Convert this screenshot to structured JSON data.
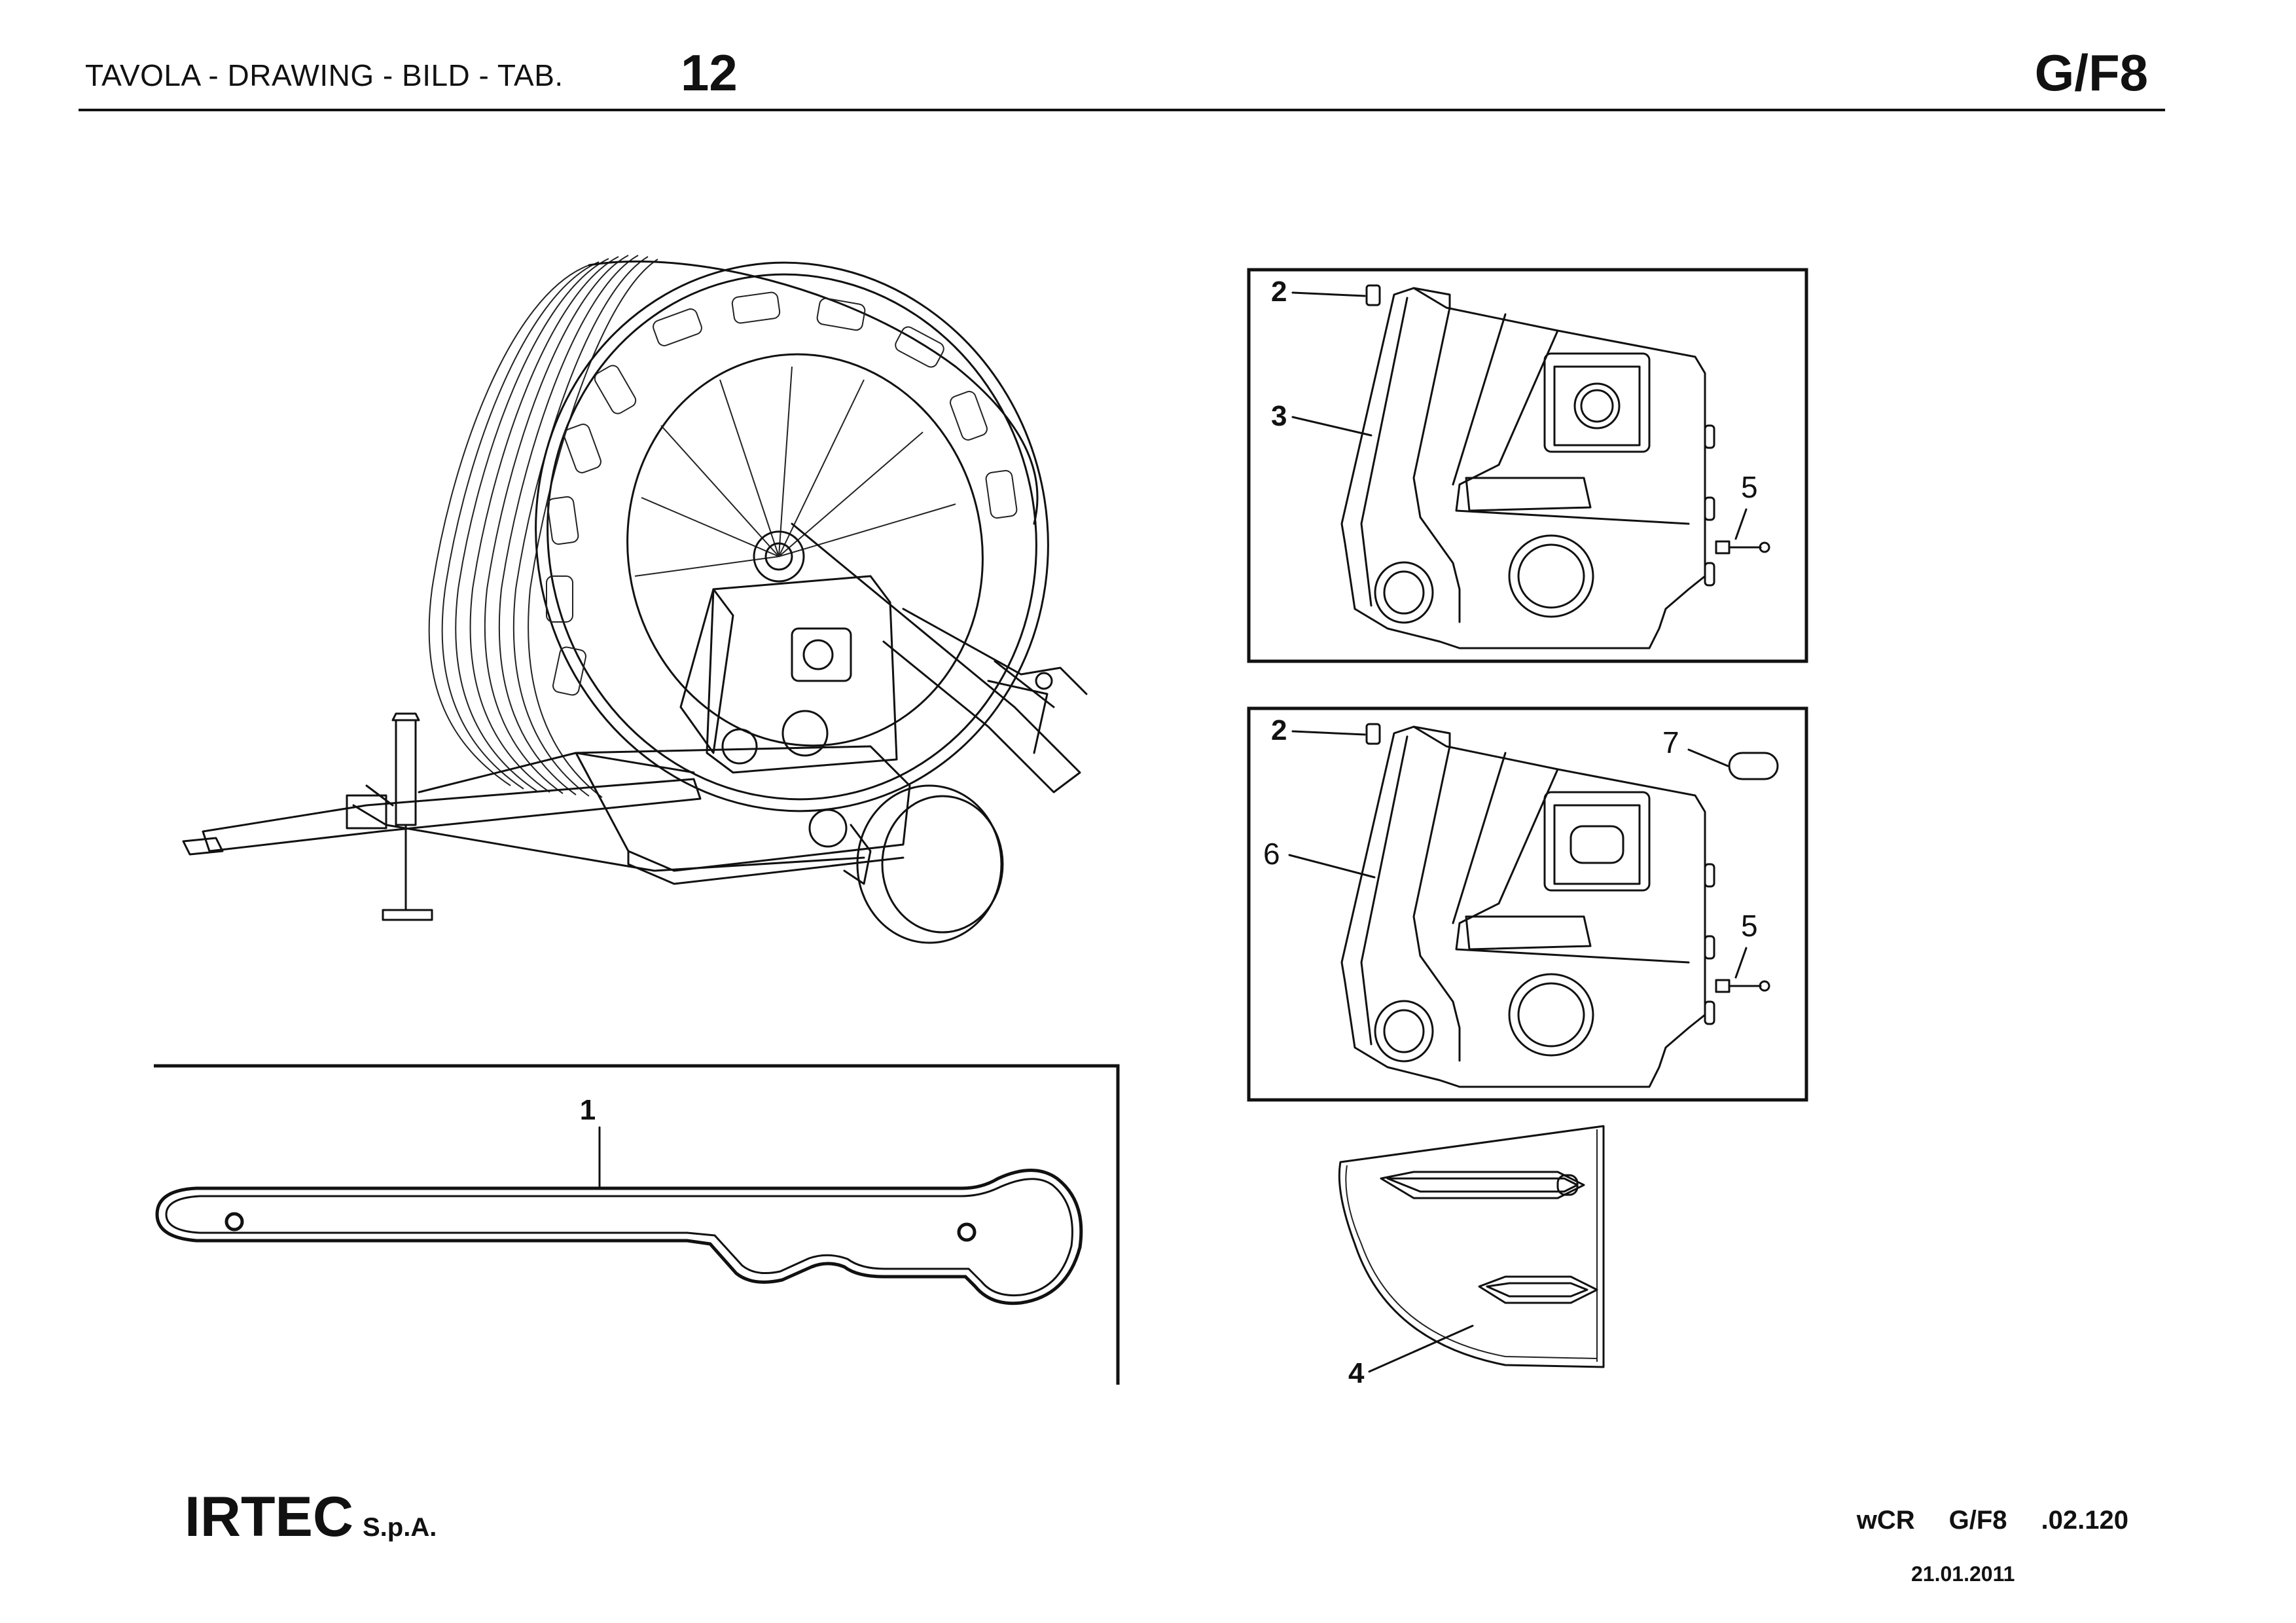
{
  "header": {
    "label": "TAVOLA - DRAWING - BILD - TAB.",
    "table_number": "12",
    "code": "G/F8"
  },
  "callouts": {
    "part_1": "1",
    "part_2_top": "2",
    "part_3": "3",
    "part_5_top": "5",
    "part_2_bottom": "2",
    "part_6": "6",
    "part_7": "7",
    "part_5_bottom": "5",
    "part_4": "4"
  },
  "footer": {
    "company": "IRTEC",
    "company_suffix": "S.p.A.",
    "model": "wCR",
    "group": "G/F8",
    "drawing_number": ".02.120",
    "date": "21.01.2011"
  }
}
